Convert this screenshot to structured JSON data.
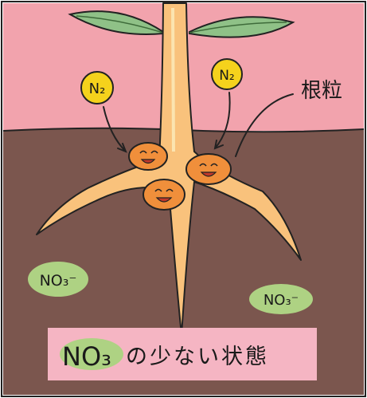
{
  "molecules": [
    {
      "id": "n2-left",
      "label": "N₂"
    },
    {
      "id": "n2-right",
      "label": "N₂"
    }
  ],
  "nodule_label": "根粒",
  "nitrate_badges": [
    {
      "id": "no3-left",
      "label": "NO₃⁻"
    },
    {
      "id": "no3-right",
      "label": "NO₃⁻"
    }
  ],
  "caption": {
    "main": "NO₃",
    "rest": "の少ない状態"
  },
  "colors": {
    "sky": "#f2a3ad",
    "soil": "#7b564e",
    "root": "#f9c27c",
    "root_outline": "#1a1a1a",
    "nodule": "#f08f3b",
    "leaf": "#8fc187",
    "molecule_fill": "#f5d21c",
    "nitrate_fill": "#aed283",
    "caption_bg": "#f5b5c3"
  }
}
